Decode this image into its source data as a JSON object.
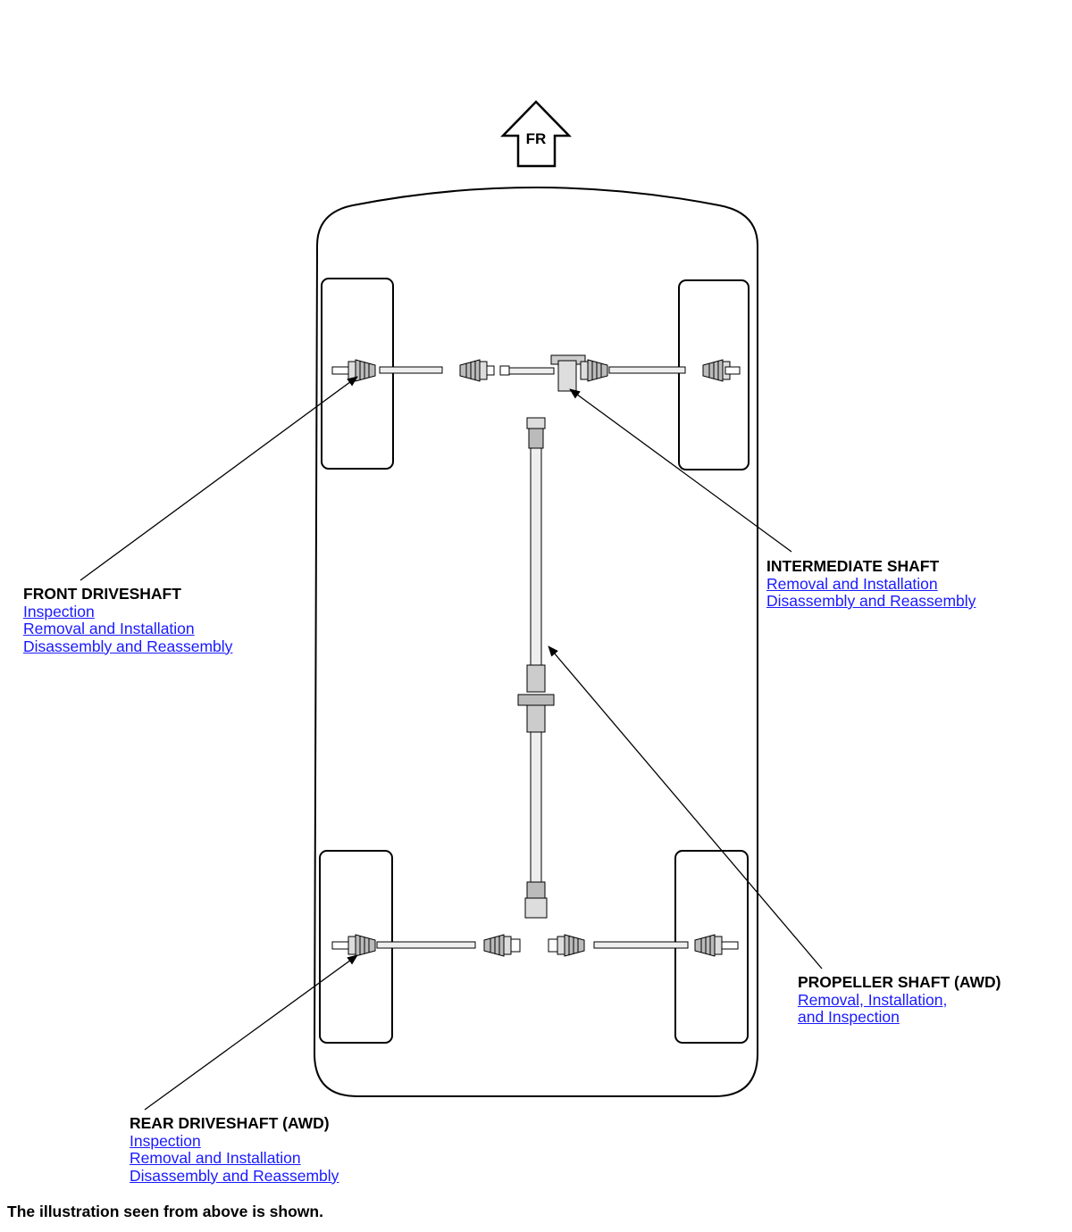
{
  "direction_marker": {
    "text": "FR"
  },
  "callouts": {
    "front_driveshaft": {
      "title": "FRONT DRIVESHAFT",
      "links": [
        "Inspection",
        "Removal and Installation",
        "Disassembly and Reassembly"
      ]
    },
    "intermediate_shaft": {
      "title": "INTERMEDIATE SHAFT",
      "links": [
        "Removal and Installation",
        "Disassembly and Reassembly"
      ]
    },
    "propeller_shaft": {
      "title": "PROPELLER SHAFT (AWD)",
      "links": [
        "Removal, Installation,",
        "and Inspection"
      ]
    },
    "rear_driveshaft": {
      "title": "REAR DRIVESHAFT (AWD)",
      "links": [
        "Inspection",
        "Removal and Installation",
        "Disassembly and Reassembly"
      ]
    }
  },
  "caption": "The illustration seen from above is shown.",
  "colors": {
    "link": "#1a1aff",
    "line": "#000000"
  }
}
